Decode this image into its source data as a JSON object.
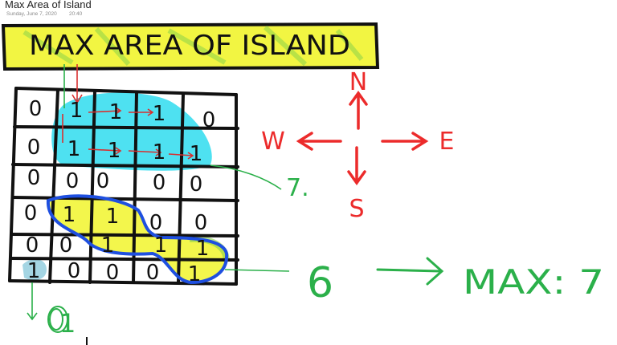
{
  "header": {
    "title": "Max Area of Island",
    "date": "Sunday, June 7, 2020",
    "time": "20:40"
  },
  "banner": {
    "text": "MAX AREA OF ISLAND",
    "highlight_color": "#f2f542"
  },
  "grid": {
    "rows": [
      [
        "0",
        "1",
        "1",
        "1",
        "0"
      ],
      [
        "0",
        "1",
        "1",
        "1",
        "1"
      ],
      [
        "0",
        "0",
        "0",
        "0",
        "0"
      ],
      [
        "0",
        "1",
        "1",
        "0",
        "0"
      ],
      [
        "0",
        "0",
        "1",
        "1",
        "1"
      ],
      [
        "1",
        "0",
        "0",
        "0",
        "1"
      ]
    ]
  },
  "compass": {
    "north": "N",
    "south": "S",
    "west": "W",
    "east": "E",
    "color": "#ec2b2b"
  },
  "annotations": {
    "island_one_area": "7.",
    "island_two_area": "6",
    "bottom_left_area": "1",
    "result": "MAX: 7",
    "color": "#2bb04a"
  },
  "colors": {
    "island_one_fill": "#44dff0",
    "island_two_fill": "#f2f542",
    "island_two_outline": "#1e4fe0",
    "ink": "#111111"
  }
}
